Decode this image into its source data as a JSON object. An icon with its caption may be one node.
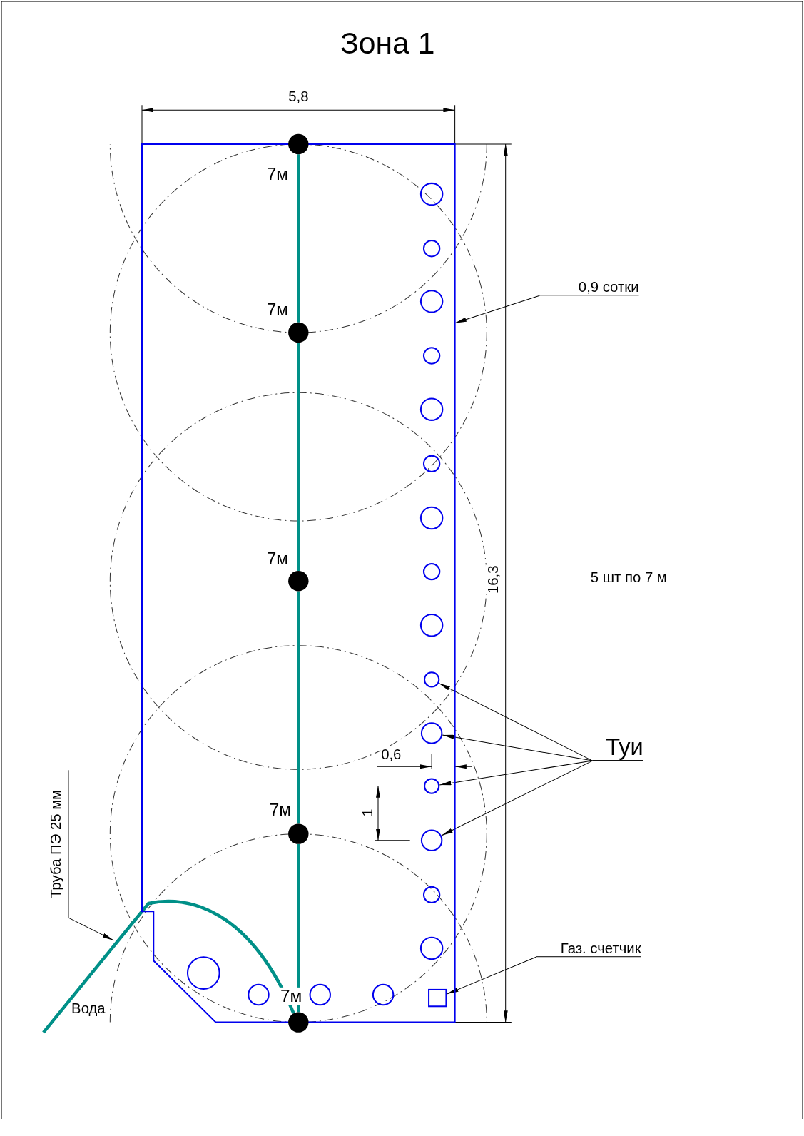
{
  "diagram": {
    "title": "Зона 1",
    "nodes": [
      {
        "text": [],
        "shape": "box"
      },
      {
        "text": [
          "Туи"
        ]
      },
      {
        "text": [],
        "shape": "circle",
        "in": 0
      },
      {
        "text": [],
        "shape": "circle",
        "in": 0
      },
      {
        "text": [],
        "shape": "circle",
        "in": 0
      },
      {
        "text": [],
        "shape": "circle",
        "in": 0
      },
      {
        "text": [
          "0,9 сотки"
        ]
      },
      {
        "text": [
          "Газ. счетчик"
        ]
      },
      {
        "text": [],
        "shape": "box",
        "in": 0
      },
      {
        "text": [
          "Труба ПЭ 25 мм"
        ]
      },
      {
        "text": [],
        "shape": "circle"
      },
      {
        "text": [],
        "shape": "circle",
        "in": 0
      },
      {
        "text": [],
        "shape": "circle",
        "in": 0
      },
      {
        "text": [],
        "shape": "circle",
        "in": 0
      },
      {
        "text": [],
        "shape": "circle"
      }
    ],
    "edges": [
      {
        "from": 1,
        "to": 2,
        "arrow": "to"
      },
      {
        "from": 1,
        "to": 3,
        "arrow": "to"
      },
      {
        "from": 1,
        "to": 4,
        "arrow": "to"
      },
      {
        "from": 1,
        "to": 5,
        "arrow": "to"
      },
      {
        "from": 6,
        "to": 0,
        "arrow": "to"
      },
      {
        "from": 7,
        "to": 8,
        "arrow": "to"
      },
      {
        "from": 9,
        "to": null,
        "arrow": "to"
      },
      {
        "from": 10,
        "to": 11,
        "arrow": "none",
        "style": "thick",
        "color": "#009088"
      },
      {
        "from": 11,
        "to": 12,
        "arrow": "none",
        "style": "thick",
        "color": "#009088"
      },
      {
        "from": 12,
        "to": 13,
        "arrow": "none",
        "style": "thick",
        "color": "#009088"
      },
      {
        "from": 13,
        "to": 14,
        "arrow": "none",
        "style": "thick",
        "color": "#009088"
      },
      {
        "from": null,
        "to": 14,
        "arrow": "none",
        "style": "thick",
        "color": "#009088"
      }
    ],
    "labels": [
      "5,8",
      "7м",
      "7м",
      "7м",
      "5 шт по 7 м",
      "16,3",
      "0,6",
      "7м",
      "1",
      "7м",
      "Вода"
    ]
  }
}
